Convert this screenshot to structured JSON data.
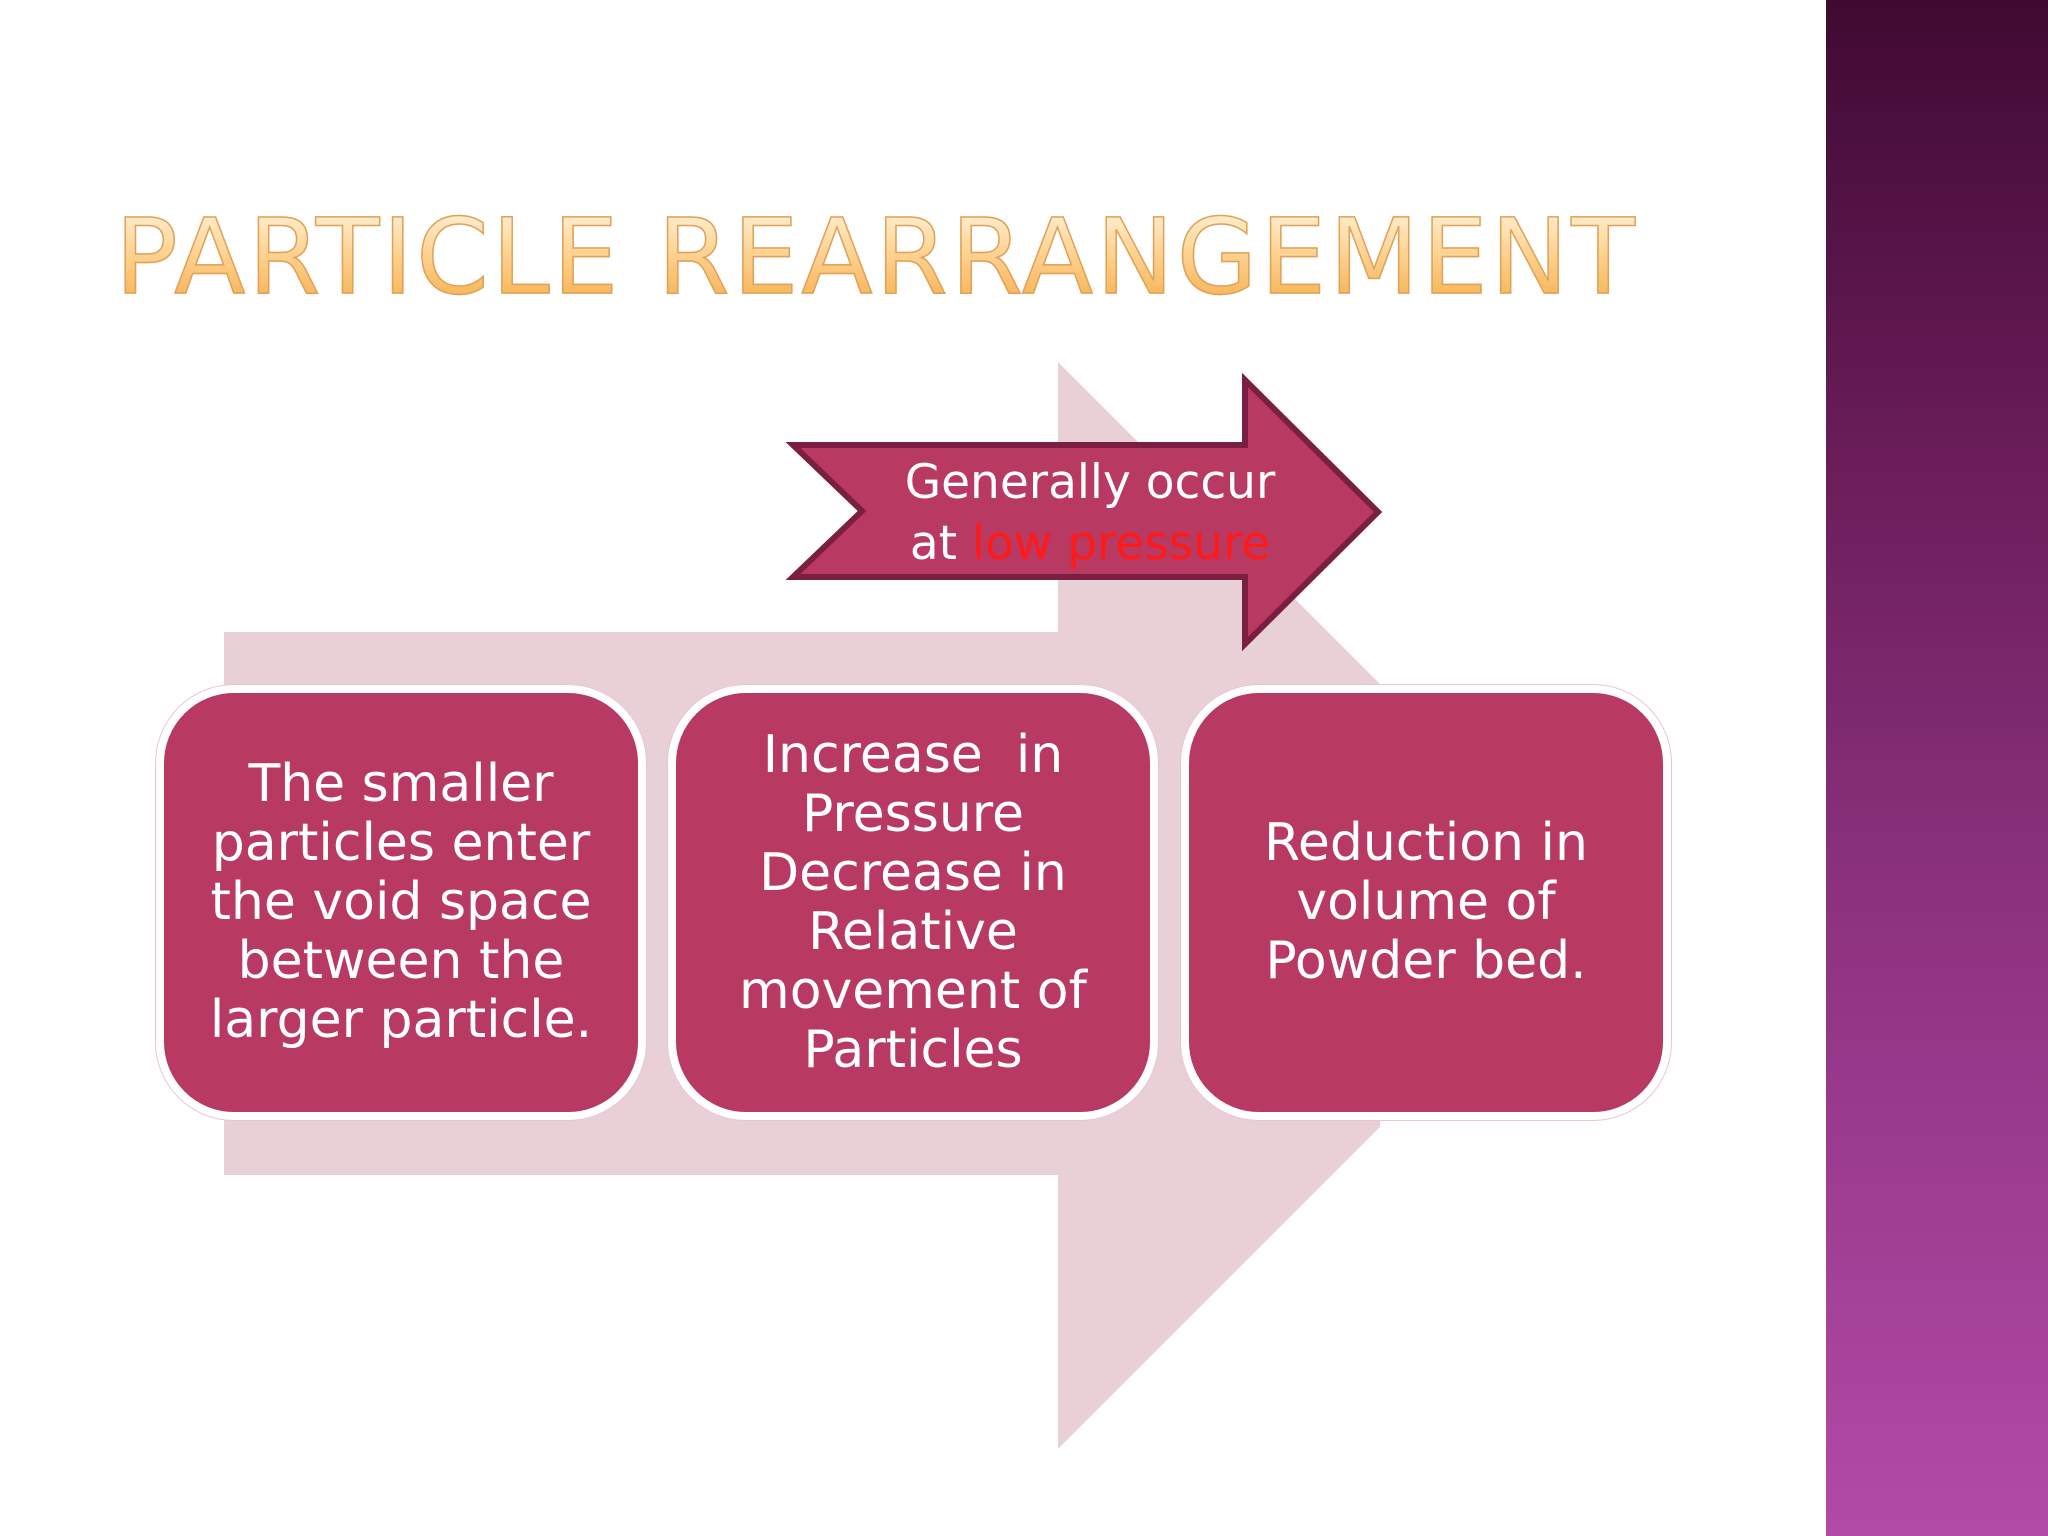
{
  "slide": {
    "title": "PARTICLE REARRANGEMENT",
    "colors": {
      "box_fill": "#b83a62",
      "background_arrow": "#e8cdd5",
      "callout_fill": "#b83a62",
      "callout_border": "#7a1f42",
      "highlight_text": "#ff1a1a",
      "title_gold": "#f6ae4b",
      "side_band_top": "#3f0a32",
      "side_band_bottom": "#b24aa8"
    }
  },
  "callout": {
    "line1": "Generally occur",
    "line2_prefix": "at ",
    "line2_highlight": "low pressure"
  },
  "steps": [
    {
      "lines": [
        "The smaller",
        "particles enter",
        "the void space",
        "between the",
        "larger particle."
      ]
    },
    {
      "lines": [
        "Increase  in",
        "Pressure",
        "Decrease in",
        "Relative",
        "movement of",
        "Particles"
      ]
    },
    {
      "lines": [
        "Reduction in",
        "volume of",
        "Powder bed."
      ]
    }
  ]
}
